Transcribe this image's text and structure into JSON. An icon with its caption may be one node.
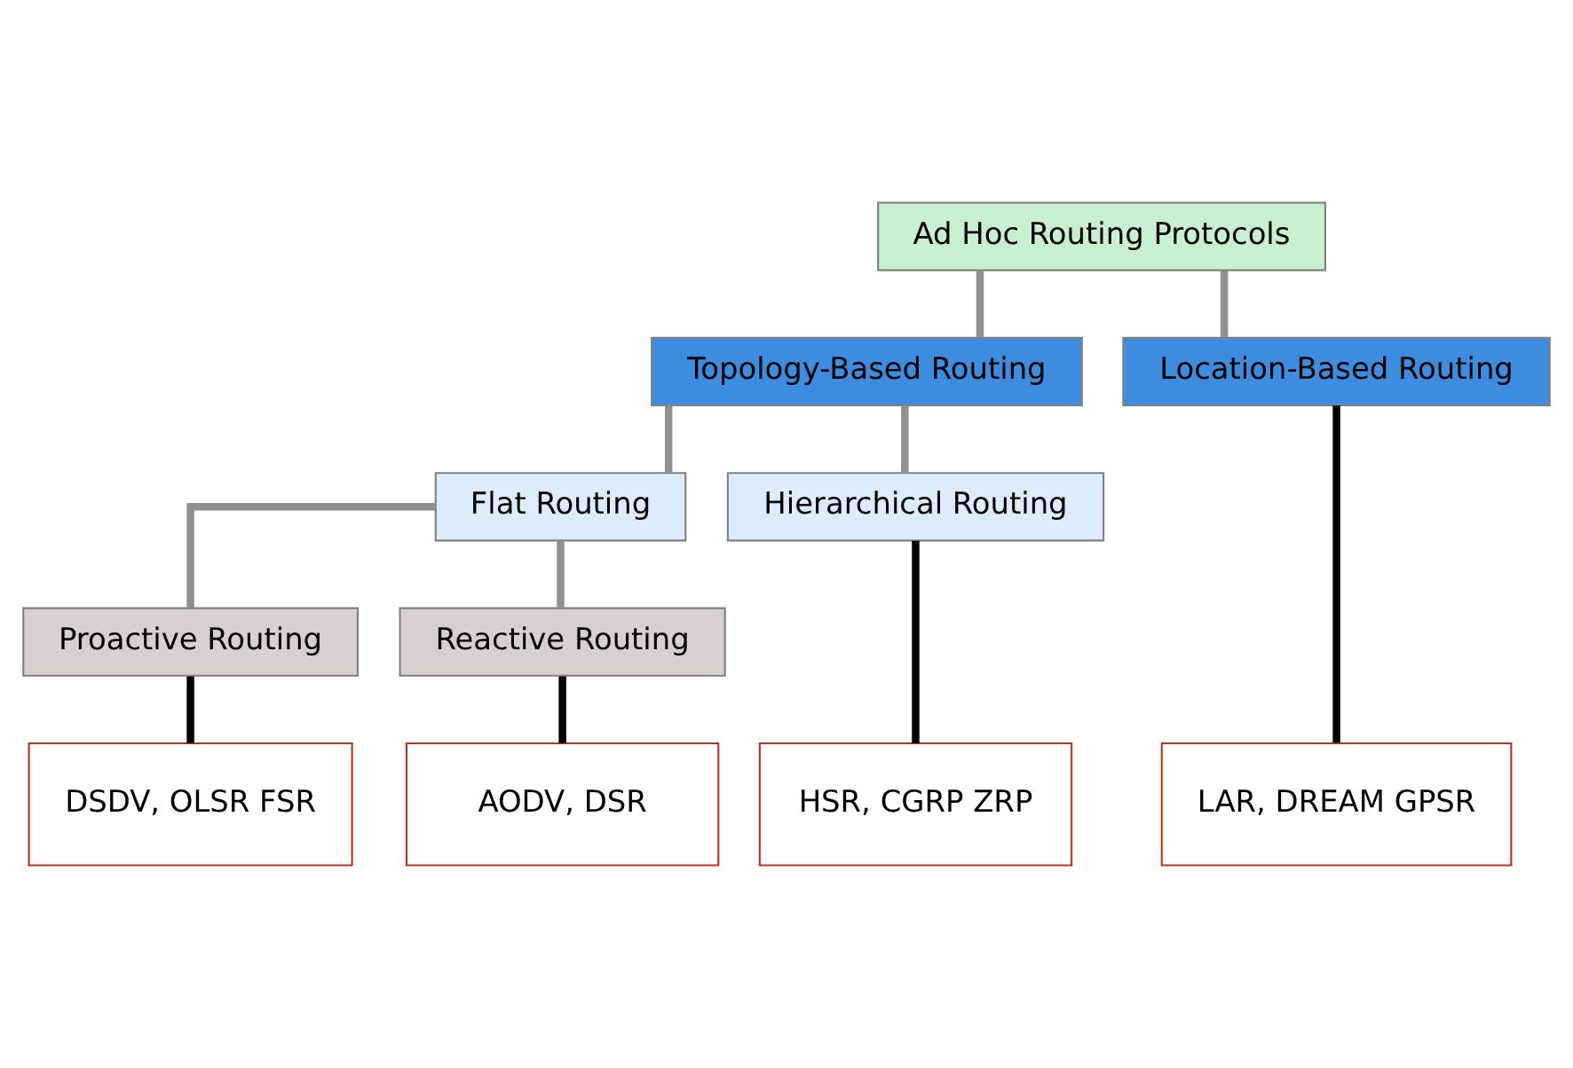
{
  "diagram": {
    "nodes": [
      {
        "text": [
          "Ad Hoc Routing Protocols"
        ]
      },
      {
        "text": [
          "Topology-Based Routing"
        ]
      },
      {
        "text": [
          "Location-Based Routing"
        ]
      },
      {
        "text": [
          "Flat Routing"
        ]
      },
      {
        "text": [
          "Hierarchical Routing"
        ]
      },
      {
        "text": [
          "Proactive Routing"
        ]
      },
      {
        "text": [
          "Reactive Routing"
        ]
      },
      {
        "text": [
          "DSDV, OLSR FSR"
        ]
      },
      {
        "text": [
          "AODV, DSR"
        ]
      },
      {
        "text": [
          "HSR, CGRP ZRP"
        ]
      },
      {
        "text": [
          "LAR, DREAM GPSR"
        ]
      }
    ],
    "edges": [
      {
        "from": 0,
        "to": 1,
        "arrow": "none"
      },
      {
        "from": 0,
        "to": 2,
        "arrow": "none"
      },
      {
        "from": 1,
        "to": 3,
        "arrow": "none"
      },
      {
        "from": 1,
        "to": 4,
        "arrow": "none"
      },
      {
        "from": 3,
        "to": 5,
        "arrow": "none"
      },
      {
        "from": 3,
        "to": 6,
        "arrow": "none"
      },
      {
        "from": 5,
        "to": 7,
        "arrow": "none",
        "color": "#000000"
      },
      {
        "from": 6,
        "to": 8,
        "arrow": "none",
        "color": "#000000"
      },
      {
        "from": 4,
        "to": 9,
        "arrow": "none",
        "color": "#000000"
      },
      {
        "from": 2,
        "to": 10,
        "arrow": "none",
        "color": "#000000"
      }
    ]
  }
}
